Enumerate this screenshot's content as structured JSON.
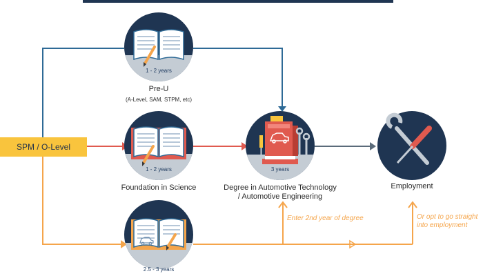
{
  "start": {
    "label": "SPM / O-Level"
  },
  "stages": {
    "preu": {
      "title": "Pre-U",
      "subtitle": "(A-Level, SAM, STPM, etc)",
      "duration": "1 - 2 years"
    },
    "foundation": {
      "title": "Foundation in Science",
      "duration": "1 - 2 years"
    },
    "diploma": {
      "duration": "2.5 - 3 years"
    },
    "degree": {
      "title_line1": "Degree in Automotive Technology",
      "title_line2": "/ Automotive Engineering",
      "duration": "3 years"
    },
    "employment": {
      "title": "Employment"
    }
  },
  "notes": {
    "enter_second_year": "Enter 2nd year of degree",
    "opt_line1": "Or opt to go straight",
    "opt_line2": "into employment"
  },
  "colors": {
    "navy": "#1f3552",
    "blue_path": "#2e6a96",
    "red_path": "#e05a4f",
    "orange_path": "#f5a54b",
    "gray_path": "#5b6b7a",
    "circle_lower": "#c4ccd4"
  }
}
